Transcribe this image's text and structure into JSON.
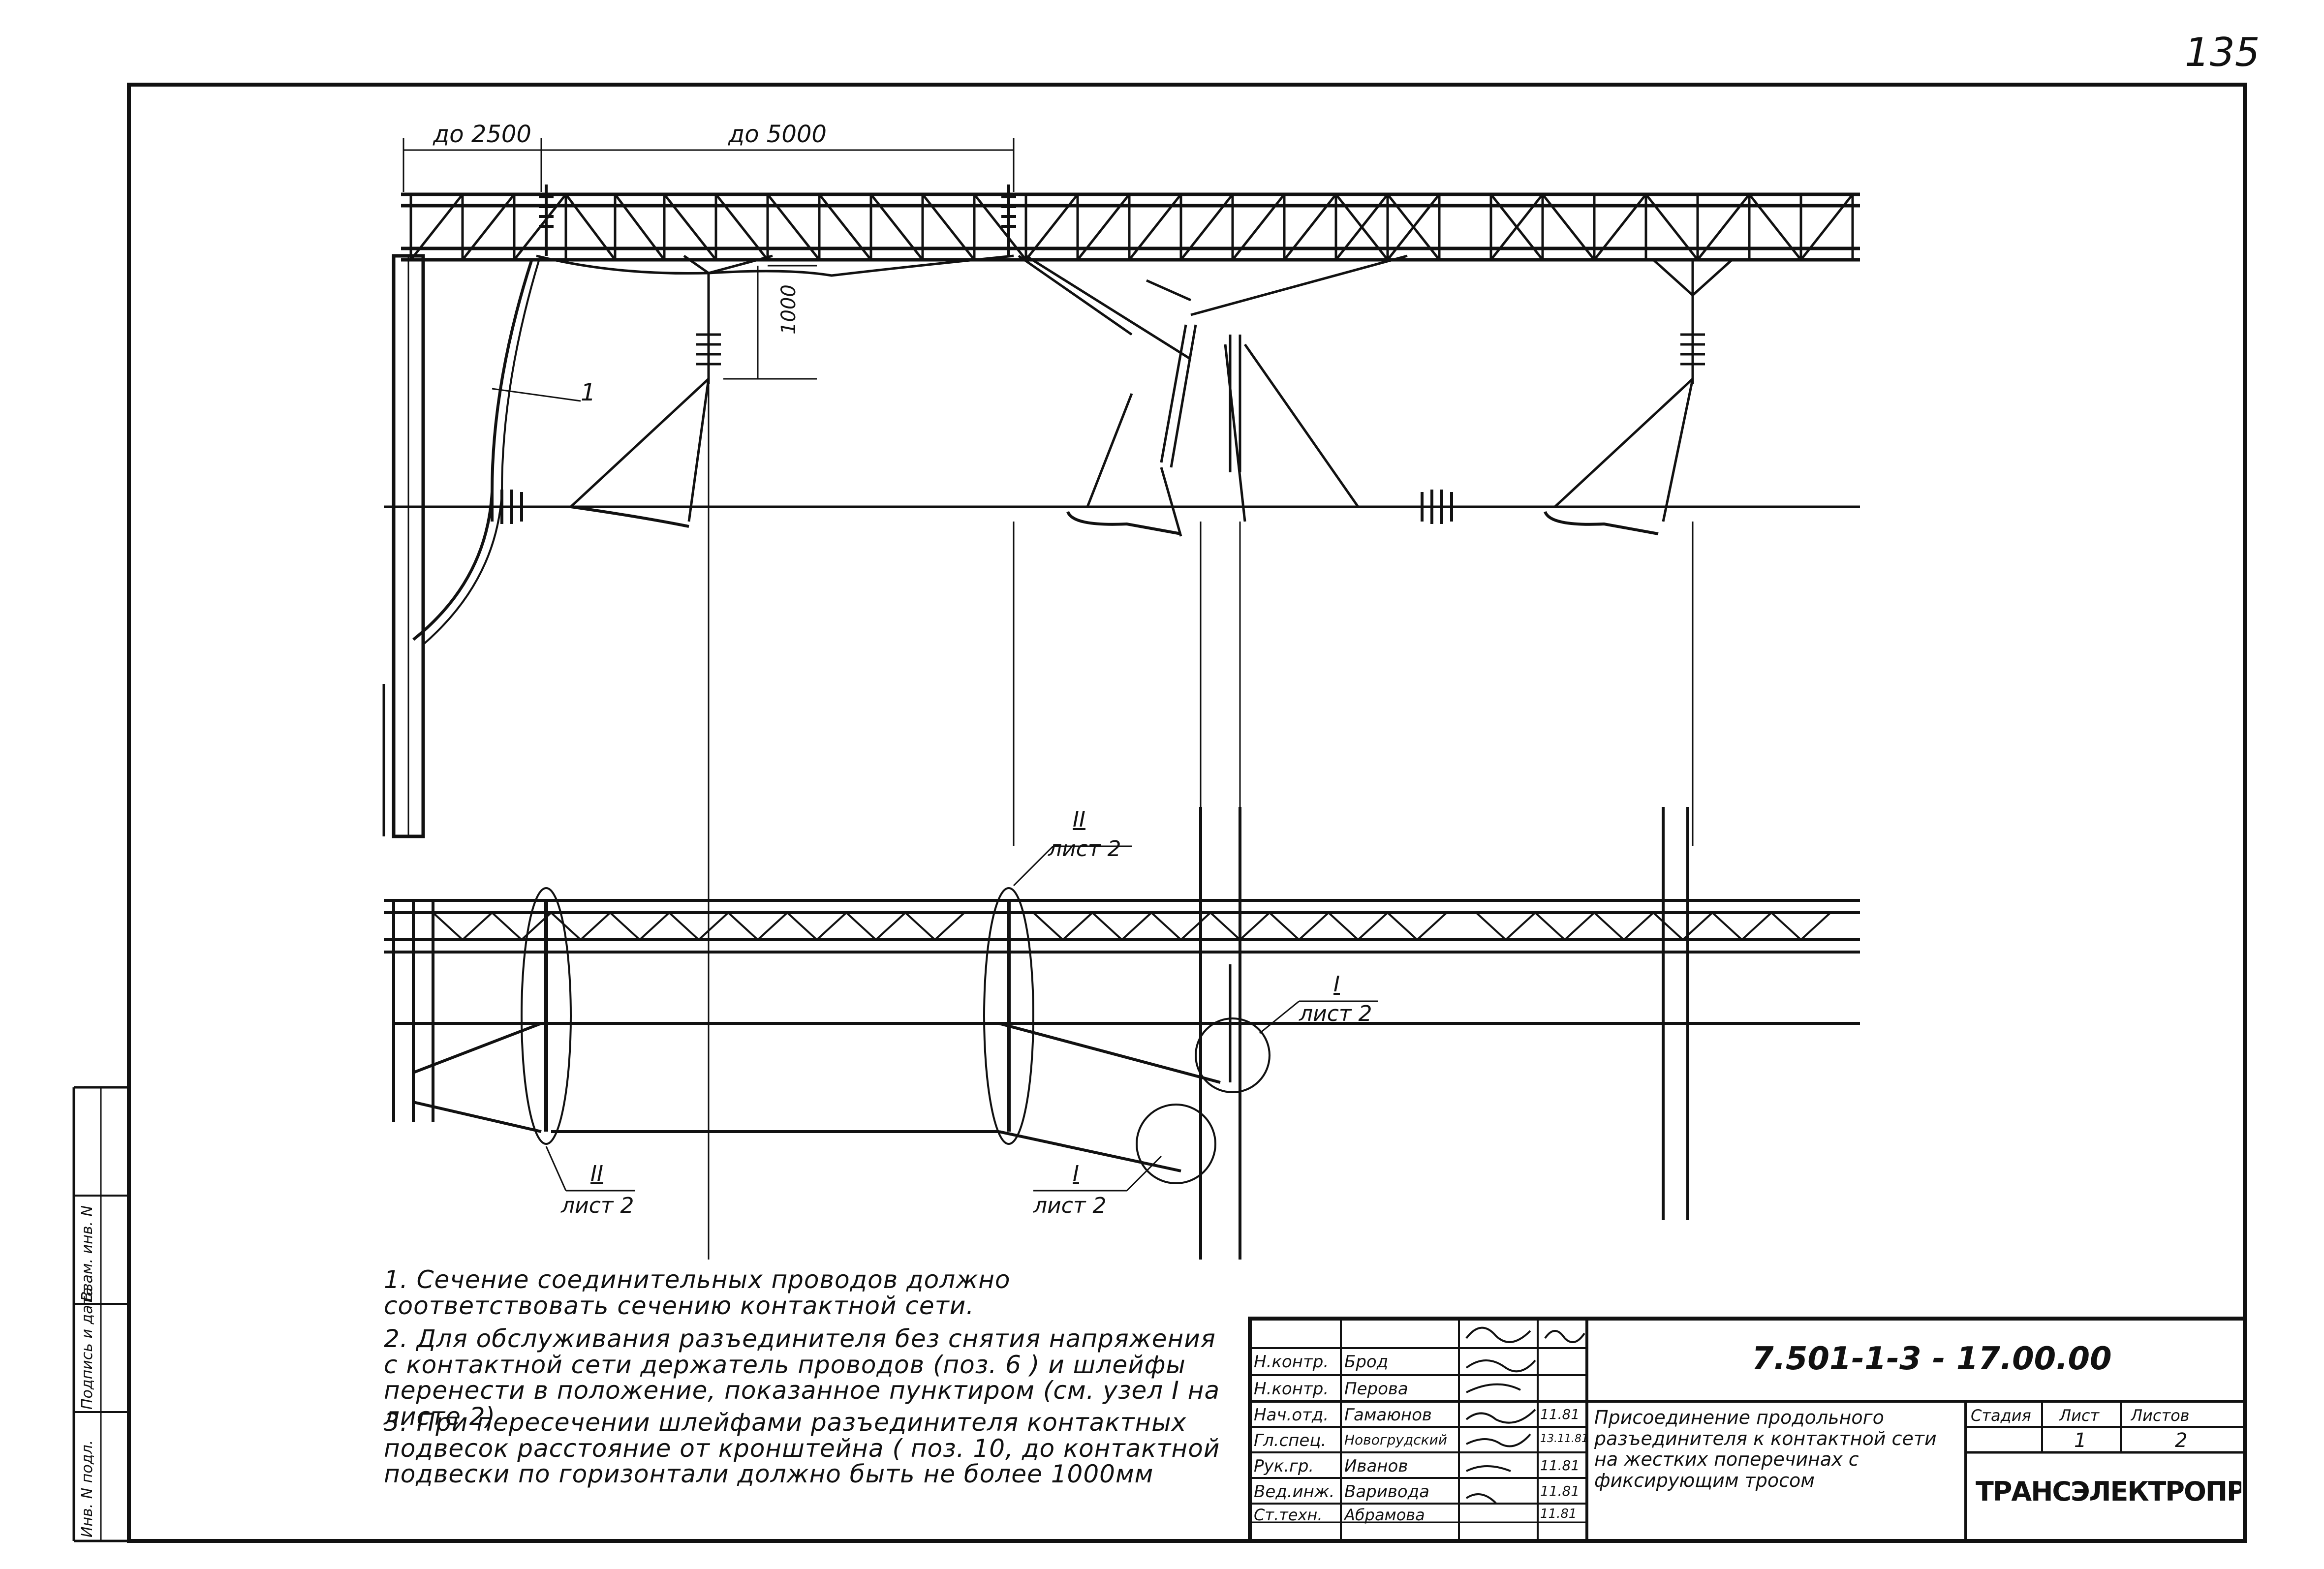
{
  "sheet": {
    "page_number": "135"
  },
  "dims": {
    "dim1": "до 2500",
    "dim2": "до 5000",
    "dim3": "1000"
  },
  "callouts": {
    "pos1": "1",
    "node2_top_num": "II",
    "node2_top_sheet": "лист 2",
    "node1_right_num": "I",
    "node1_right_sheet": "лист 2",
    "node2_bottom_num": "II",
    "node2_bottom_sheet": "лист 2",
    "node1_bottom_num": "I",
    "node1_bottom_sheet": "лист 2"
  },
  "notes": [
    "1. Сечение соединительных проводов должно соответствовать сечению контактной сети.",
    "2. Для обслуживания разъединителя без снятия напряжения с контактной сети держатель проводов (поз. 6 ) и шлейфы перенести в положение, показанное пунктиром (см. узел I на листе 2)",
    "3. При пересечении шлейфами разъединителя контактных подвесок расстояние от кронштейна ( поз. 10, до контактной подвески по горизонтали должно быть не более 1000мм"
  ],
  "stamp": {
    "doc_code": "7.501-1-3 - 17.00.00",
    "title": "Присоединение продольного разъединителя к контактной сети на жестких поперечинах с фиксирующим тросом",
    "stage_header": "Стадия",
    "sheet_header": "Лист",
    "sheets_header": "Листов",
    "sheet_value": "1",
    "sheets_value": "2",
    "organization": "ТРАНСЭЛЕКТРОПРОЕКТ",
    "rows": [
      {
        "role": "Н.контр.",
        "name": "Брод",
        "date": ""
      },
      {
        "role": "Н.контр.",
        "name": "Перова",
        "date": ""
      },
      {
        "role": "Нач.отд.",
        "name": "Гамаюнов",
        "date": "11.81"
      },
      {
        "role": "Гл.спец.",
        "name": "Новогрудский",
        "date": "13.11.81"
      },
      {
        "role": "Рук.гр.",
        "name": "Иванов",
        "date": "11.81"
      },
      {
        "role": "Вед.инж.",
        "name": "Варивода",
        "date": "11.81"
      },
      {
        "role": "Ст.техн.",
        "name": "Абрамова",
        "date": "11.81"
      }
    ]
  },
  "side_stamp": {
    "cells": [
      "Инв. N подл.",
      "Подпись и дата",
      "Взам. инв. N"
    ]
  }
}
